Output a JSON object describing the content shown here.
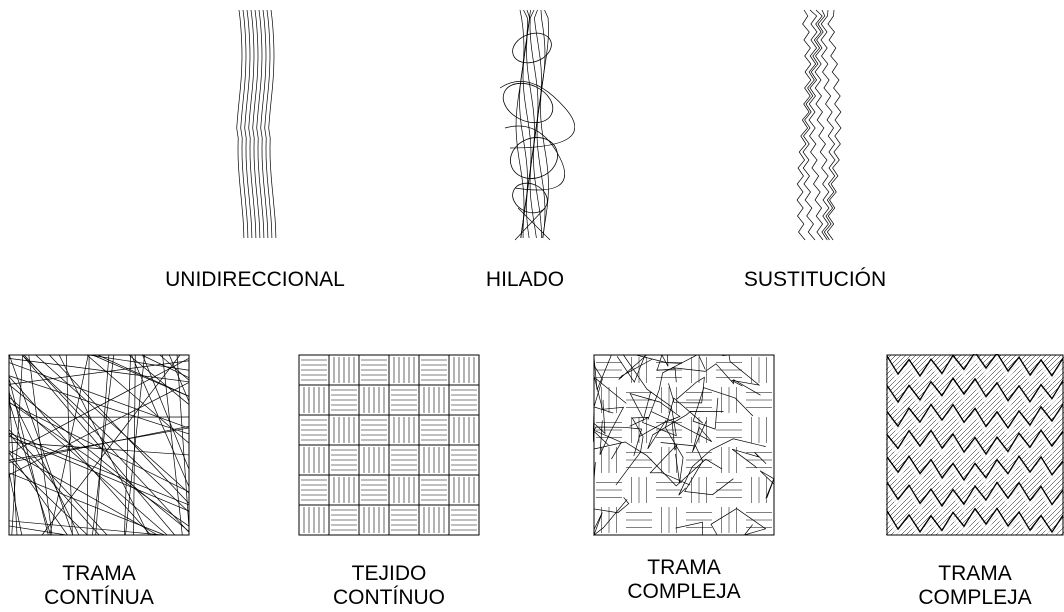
{
  "top_row": [
    {
      "id": "unidireccional",
      "label": "UNIDIRECCIONAL"
    },
    {
      "id": "hilado",
      "label": "HILADO"
    },
    {
      "id": "sustitucion",
      "label": "SUSTITUCIÓN"
    }
  ],
  "bottom_row": [
    {
      "id": "trama-continua",
      "label_line1": "TRAMA",
      "label_line2": "CONTÍNUA"
    },
    {
      "id": "tejido-continuo",
      "label_line1": "TEJIDO",
      "label_line2": "CONTÍNUO"
    },
    {
      "id": "trama-compleja-1",
      "label_line1": "TRAMA",
      "label_line2": "COMPLEJA"
    },
    {
      "id": "trama-compleja-2",
      "label_line1": "TRAMA",
      "label_line2": "COMPLEJA"
    }
  ]
}
